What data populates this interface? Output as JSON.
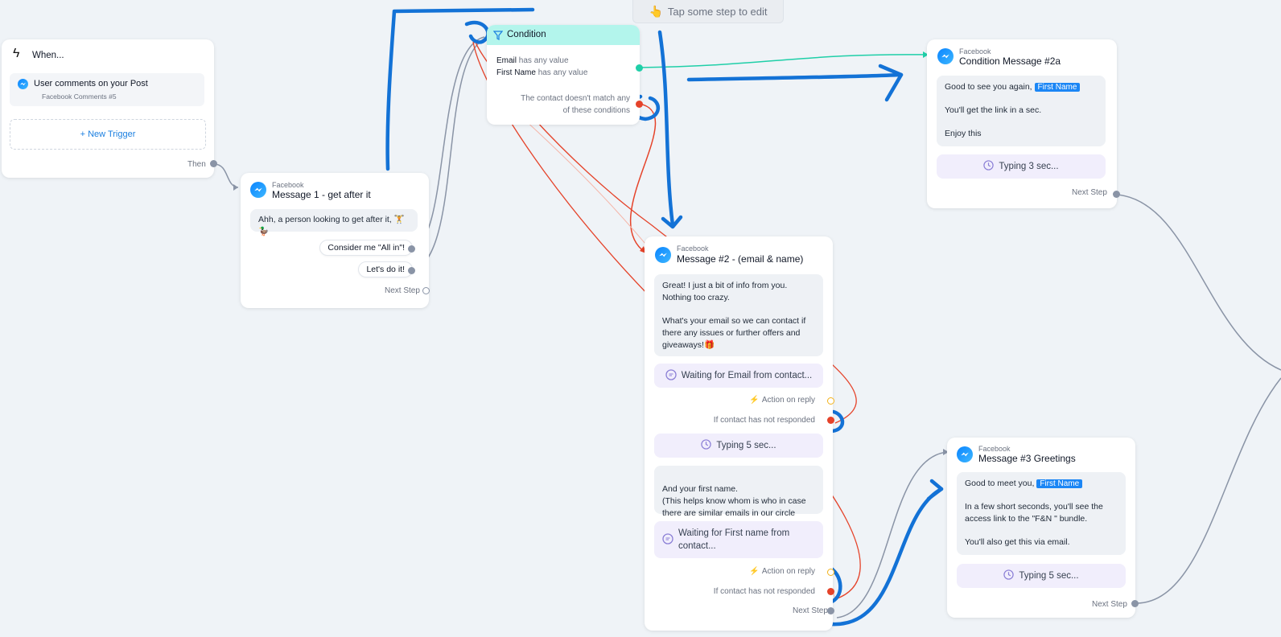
{
  "top_hint": {
    "icon": "hand-pointer-icon",
    "text": "Tap some step to edit"
  },
  "trigger": {
    "title": "When...",
    "item_title": "User comments on your Post",
    "item_subtitle": "Facebook Comments #5",
    "new_trigger": "+ New Trigger",
    "then_label": "Then"
  },
  "condition": {
    "title": "Condition",
    "rule1_field": "Email",
    "rule1_op": "has any value",
    "rule2_field": "First Name",
    "rule2_op": "has any value",
    "fallback_line1": "The contact doesn't match any",
    "fallback_line2": "of these conditions"
  },
  "message1": {
    "source": "Facebook",
    "title": "Message 1 - get after it",
    "bubble": "Ahh, a person looking to get after it, 🏋️🦆",
    "button1": "Consider me \"All in\"!",
    "button2": "Let's do it!",
    "next_step": "Next Step"
  },
  "message2": {
    "source": "Facebook",
    "title": "Message #2 - (email & name)",
    "bubble1_p1": "Great! I just a bit of info from you. Nothing too crazy.",
    "bubble1_p2": "What's your email so we can contact if there any issues or further offers and giveaways!🎁",
    "wait1": "Waiting for Email from contact...",
    "action_on_reply": "Action on reply",
    "not_responded": "If contact has not responded",
    "typing": "Typing 5 sec...",
    "bubble2": "And your first name.\n(This helps know whom is who in case there are similar emails in our circle",
    "wait2": "Waiting for First name from contact...",
    "action_on_reply2": "Action on reply",
    "not_responded2": "If contact has not responded",
    "next_step": "Next Step"
  },
  "condition_msg": {
    "source": "Facebook",
    "title": "Condition Message #2a",
    "p1": "Good to see you again,",
    "tag": "First Name",
    "p2": "You'll get the link in a sec.",
    "p3": "Enjoy this",
    "typing": "Typing 3 sec...",
    "next_step": "Next Step"
  },
  "message3": {
    "source": "Facebook",
    "title": "Message #3 Greetings",
    "p1": "Good to meet you,",
    "tag": "First Name",
    "p2": "In a few short seconds, you'll see the access link to the \"F&N \" bundle.",
    "p3": "You'll also get this via email.",
    "typing": "Typing 5 sec...",
    "next_step": "Next Step"
  },
  "colors": {
    "canvas": "#eff3f7",
    "connector": "#8a94a6",
    "red_connector": "#e5432a",
    "teal_connector": "#1fcfa8",
    "annotation_blue": "#1372d6",
    "condition_header": "#b3f5ec",
    "name_tag": "#1b86f5"
  }
}
